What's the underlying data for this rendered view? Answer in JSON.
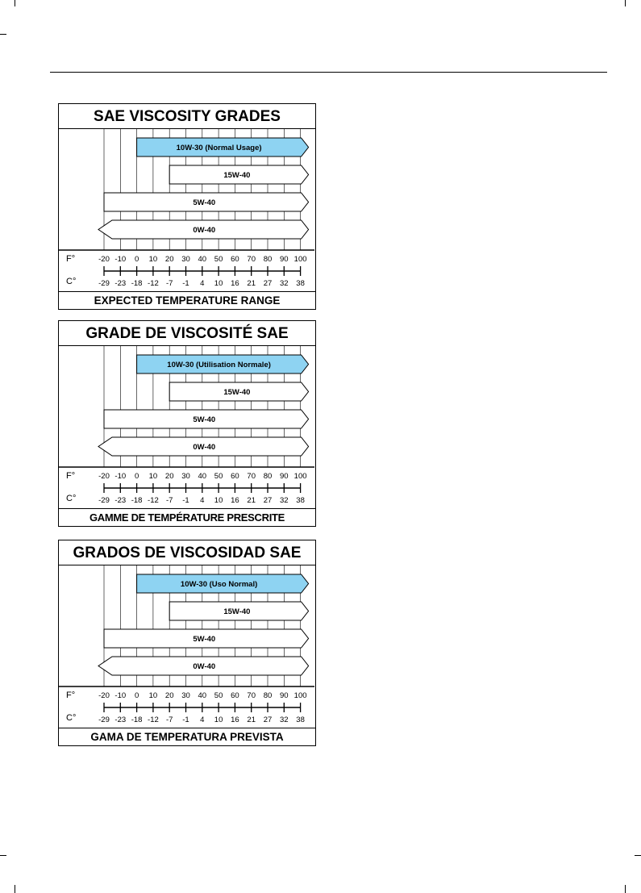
{
  "page": {
    "charts": [
      {
        "title": "SAE VISCOSITY GRADES",
        "footer": "EXPECTED TEMPERATURE RANGE",
        "grades": [
          {
            "label": "10W-30 (Normal Usage)",
            "min_f": 0,
            "max_f": 100,
            "open_low": false,
            "highlight": true
          },
          {
            "label": "15W-40",
            "min_f": 20,
            "max_f": 100,
            "open_low": false,
            "highlight": false
          },
          {
            "label": "5W-40",
            "min_f": -20,
            "max_f": 100,
            "open_low": false,
            "highlight": false
          },
          {
            "label": "0W-40",
            "min_f": -20,
            "max_f": 100,
            "open_low": true,
            "highlight": false
          }
        ]
      },
      {
        "title": "GRADE DE VISCOSITÉ SAE",
        "footer": "GAMME DE TEMPÉRATURE PRESCRITE",
        "grades": [
          {
            "label": "10W-30 (Utilisation Normale)",
            "min_f": 0,
            "max_f": 100,
            "open_low": false,
            "highlight": true
          },
          {
            "label": "15W-40",
            "min_f": 20,
            "max_f": 100,
            "open_low": false,
            "highlight": false
          },
          {
            "label": "5W-40",
            "min_f": -20,
            "max_f": 100,
            "open_low": false,
            "highlight": false
          },
          {
            "label": "0W-40",
            "min_f": -20,
            "max_f": 100,
            "open_low": true,
            "highlight": false
          }
        ]
      },
      {
        "title": "GRADOS DE VISCOSIDAD SAE",
        "footer": "GAMA DE TEMPERATURA PREVISTA",
        "grades": [
          {
            "label": "10W-30 (Uso Normal)",
            "min_f": 0,
            "max_f": 100,
            "open_low": false,
            "highlight": true
          },
          {
            "label": "15W-40",
            "min_f": 20,
            "max_f": 100,
            "open_low": false,
            "highlight": false
          },
          {
            "label": "5W-40",
            "min_f": -20,
            "max_f": 100,
            "open_low": false,
            "highlight": false
          },
          {
            "label": "0W-40",
            "min_f": -20,
            "max_f": 100,
            "open_low": true,
            "highlight": false
          }
        ]
      }
    ],
    "scale": {
      "f_label": "F°",
      "c_label": "C°",
      "fahrenheit": [
        "-20",
        "-10",
        "0",
        "10",
        "20",
        "30",
        "40",
        "50",
        "60",
        "70",
        "80",
        "90",
        "100"
      ],
      "celsius": [
        "-29",
        "-23",
        "-18",
        "-12",
        "-7",
        "-1",
        "4",
        "10",
        "16",
        "21",
        "27",
        "32",
        "38"
      ]
    },
    "colors": {
      "highlight": "#8ed3f2",
      "border": "#000000",
      "background": "#ffffff"
    }
  }
}
